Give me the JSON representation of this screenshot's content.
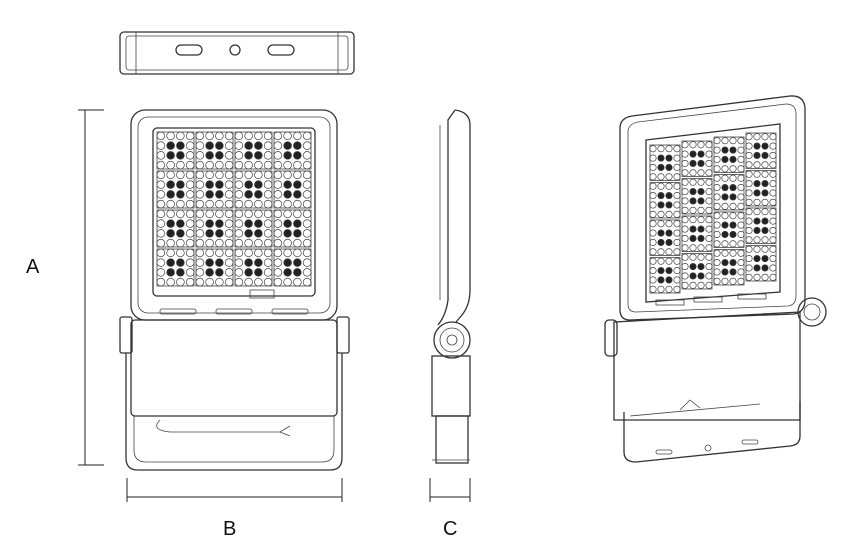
{
  "dimensions": {
    "a_label": "A",
    "b_label": "B",
    "c_label": "C"
  },
  "led_grid": {
    "rows": 4,
    "cols": 4
  }
}
